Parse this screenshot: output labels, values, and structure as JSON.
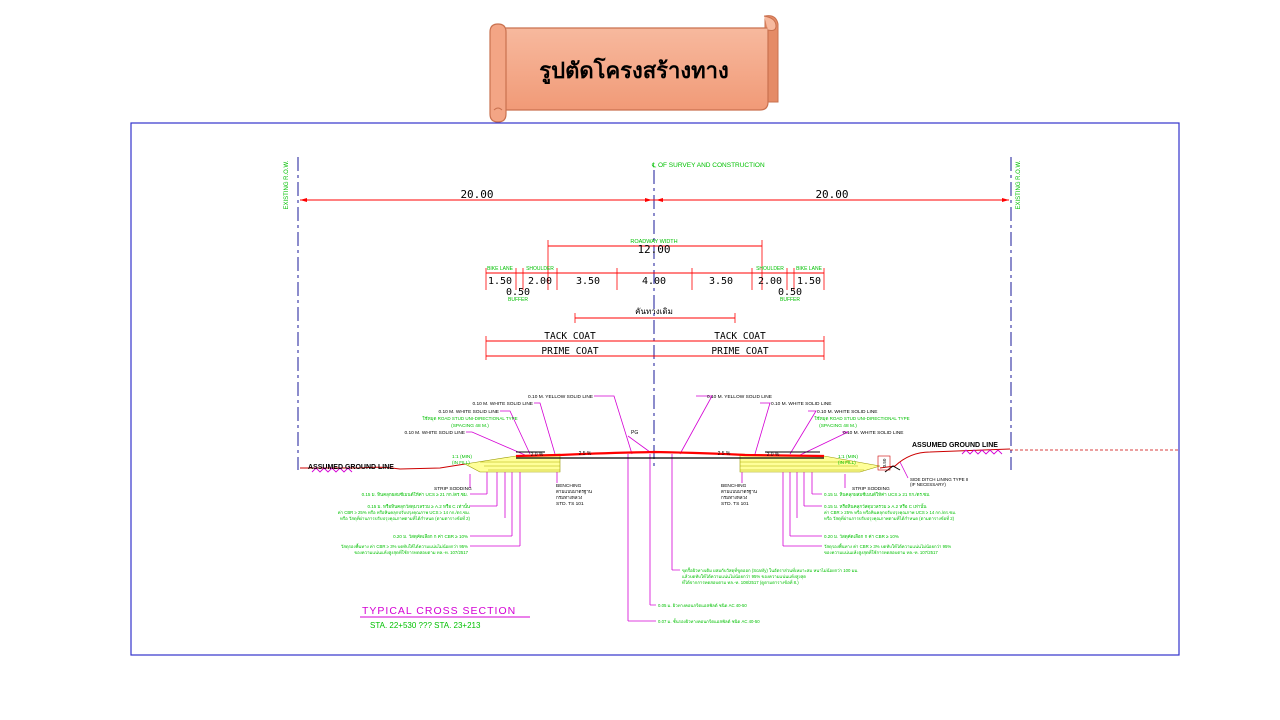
{
  "banner": {
    "title": "รูปตัดโครงสร้างทาง"
  },
  "drawing": {
    "centerline_label": "℄ OF SURVEY AND CONSTRUCTION",
    "row_left": "EXISTING R.O.W.",
    "row_right": "EXISTING R.O.W.",
    "dim_left": "20.00",
    "dim_right": "20.00",
    "roadway_width_label": "ROADWAY WIDTH",
    "roadway_width": "12.00",
    "lane_labels": {
      "bike_lane_left": "BIKE LANE",
      "shoulder_left": "SHOULDER",
      "shoulder_right": "SHOULDER",
      "bike_lane_right": "BIKE LANE"
    },
    "lane_dims": [
      "1.50",
      "2.00",
      "3.50",
      "4.00",
      "3.50",
      "2.00",
      "1.50"
    ],
    "buffer_left": "0.50",
    "buffer_right": "0.50",
    "buffer_word_left": "BUFFER",
    "buffer_word_right": "BUFFER",
    "existing_road_label": "คันทางเดิม",
    "tack_coat_left": "TACK COAT",
    "tack_coat_right": "TACK COAT",
    "prime_coat_left": "PRIME COAT",
    "prime_coat_right": "PRIME COAT",
    "callouts_left": [
      "0.10 M. YELLOW SOLID LINE",
      "0.10 M. WHITE SOLID LINE",
      "0.10 M. WHITE SOLID LINE",
      "ใช้หมุด ROAD STUD UNI-DIRECTIONAL TYPE",
      "(SPACING 48 M.)",
      "0.10 M. WHITE SOLID LINE"
    ],
    "callouts_right": [
      "0.10 M. YELLOW SOLID LINE",
      "0.10 M. WHITE SOLID LINE",
      "0.10 M. WHITE SOLID LINE",
      "ใช้หมุด ROAD STUD UNI-DIRECTIONAL TYPE",
      "(SPACING 48 M.)",
      "0.10 M. WHITE SOLID LINE"
    ],
    "pg_label": "PG",
    "assumed_ground_left": "ASSUMED GROUND LINE",
    "assumed_ground_right": "ASSUMED GROUND LINE",
    "slope_left": "1:1 (MIN)",
    "slope_right": "1:1 (MIN)",
    "slope_left_sub": "(IN FILL)",
    "slope_right_sub": "(IN FILL)",
    "grade_left_1": "2.0 %",
    "grade_left_2": "2.5 %",
    "grade_right_1": "2.5 %",
    "grade_right_2": "2.0 %",
    "strip_sodding_left": "STRIP SODDING",
    "strip_sodding_right": "STRIP SODDING",
    "benching_left": [
      "BENCHING",
      "ตามแบบมาตรฐาน",
      "กรมทางหลวง",
      "STD. TS 101"
    ],
    "benching_right": [
      "BENCHING",
      "ตามแบบมาตรฐาน",
      "กรมทางหลวง",
      "STD. TS 101"
    ],
    "side_ditch": [
      "SIDE DITCH LINING TYPE II",
      "(IF NECESSARY)"
    ],
    "ditch_dim": "0.50",
    "layers_left": [
      "0.15 ม. หินคลุกผสมซีเมนต์ให้ค่า UCS ≥ 21 กก./ตร.ซม.",
      "0.15 ม. หรือหินคลุกวัสดุมวลรวม ≥ A.2 หรือ C เท่านั้น",
      "ค่า CBR ≥ 25% หรือ หรือหินคลุกปรับปรุงคุณภาพ UCS ≥ 14 กก./ตร.ซม.",
      "หรือ วัสดุที่ผ่านการปรับปรุงคุณภาพตามที่ได้กำหนด (ตามตารางข้อที่ 2)",
      "0.20 ม. วัสดุคัดเลือก ก ค่า CBR ≥ 10%",
      "วัสดุรองพื้นทาง ค่า CBR ≥ 3% บดทับให้ได้ความแน่นไม่น้อยกว่า 95%",
      "ของความแน่นแห้งสูงสุดที่ใช้การทดสอบตาม ทล.-ท. 107/2517"
    ],
    "layers_right": [
      "0.15 ม. หินคลุกผสมซีเมนต์ให้ค่า UCS ≥ 21 กก./ตร.ซม.",
      "0.15 ม. หรือหินคลุกวัสดุมวลรวม ≥ A.2 หรือ C เท่านั้น",
      "ค่า CBR ≥ 25% หรือ หรือหินคลุกปรับปรุงคุณภาพ UCS ≥ 14 กก./ตร.ซม.",
      "หรือ วัสดุที่ผ่านการปรับปรุงคุณภาพตามที่ได้กำหนด (ตามตารางข้อที่ 2)",
      "0.20 ม. วัสดุคัดเลือก ก ค่า CBR ≥ 10%",
      "วัสดุรองพื้นทาง ค่า CBR ≥ 3% บดทับให้ได้ความแน่นไม่น้อยกว่า 95%",
      "ของความแน่นแห้งสูงสุดที่ใช้การทดสอบตาม ทล.-ท. 107/2517"
    ],
    "center_notes": [
      "ขุดรื้อผิวทางเดิม ผสมกับวัสดุที่ขูดออก (Scarify) ในอัตราส่วนที่เหมาะสม หนาไม่น้อยกว่า 100 มม.",
      "แล้วบดทับให้ได้ความแน่นไม่น้อยกว่า 95% ของความแน่นแห้งสูงสุด",
      "ที่ได้จากการทดสอบตาม ทล.-ท. 108/2517 (ดูตามตารางข้อที่ 8.)",
      "0.05 ม. ผิวทางคอนกรีตแอสฟัลต์ ชนิด AC 40-50",
      "0.07 ม. ชั้นรองผิวทางคอนกรีตแอสฟัลต์ ชนิด AC 40-50"
    ],
    "section_title": "TYPICAL CROSS SECTION",
    "section_station": "STA. 22+530 ??? STA. 23+213"
  },
  "colors": {
    "banner_fill": "#f4a98a",
    "banner_stroke": "#c9714f",
    "frame": "#3333cc",
    "dimension": "#ff0000",
    "text_green": "#00c000",
    "callout": "#d400d4",
    "pavement": "#ff0000",
    "ground": "#cc0000",
    "row_line": "#1a1a99"
  }
}
